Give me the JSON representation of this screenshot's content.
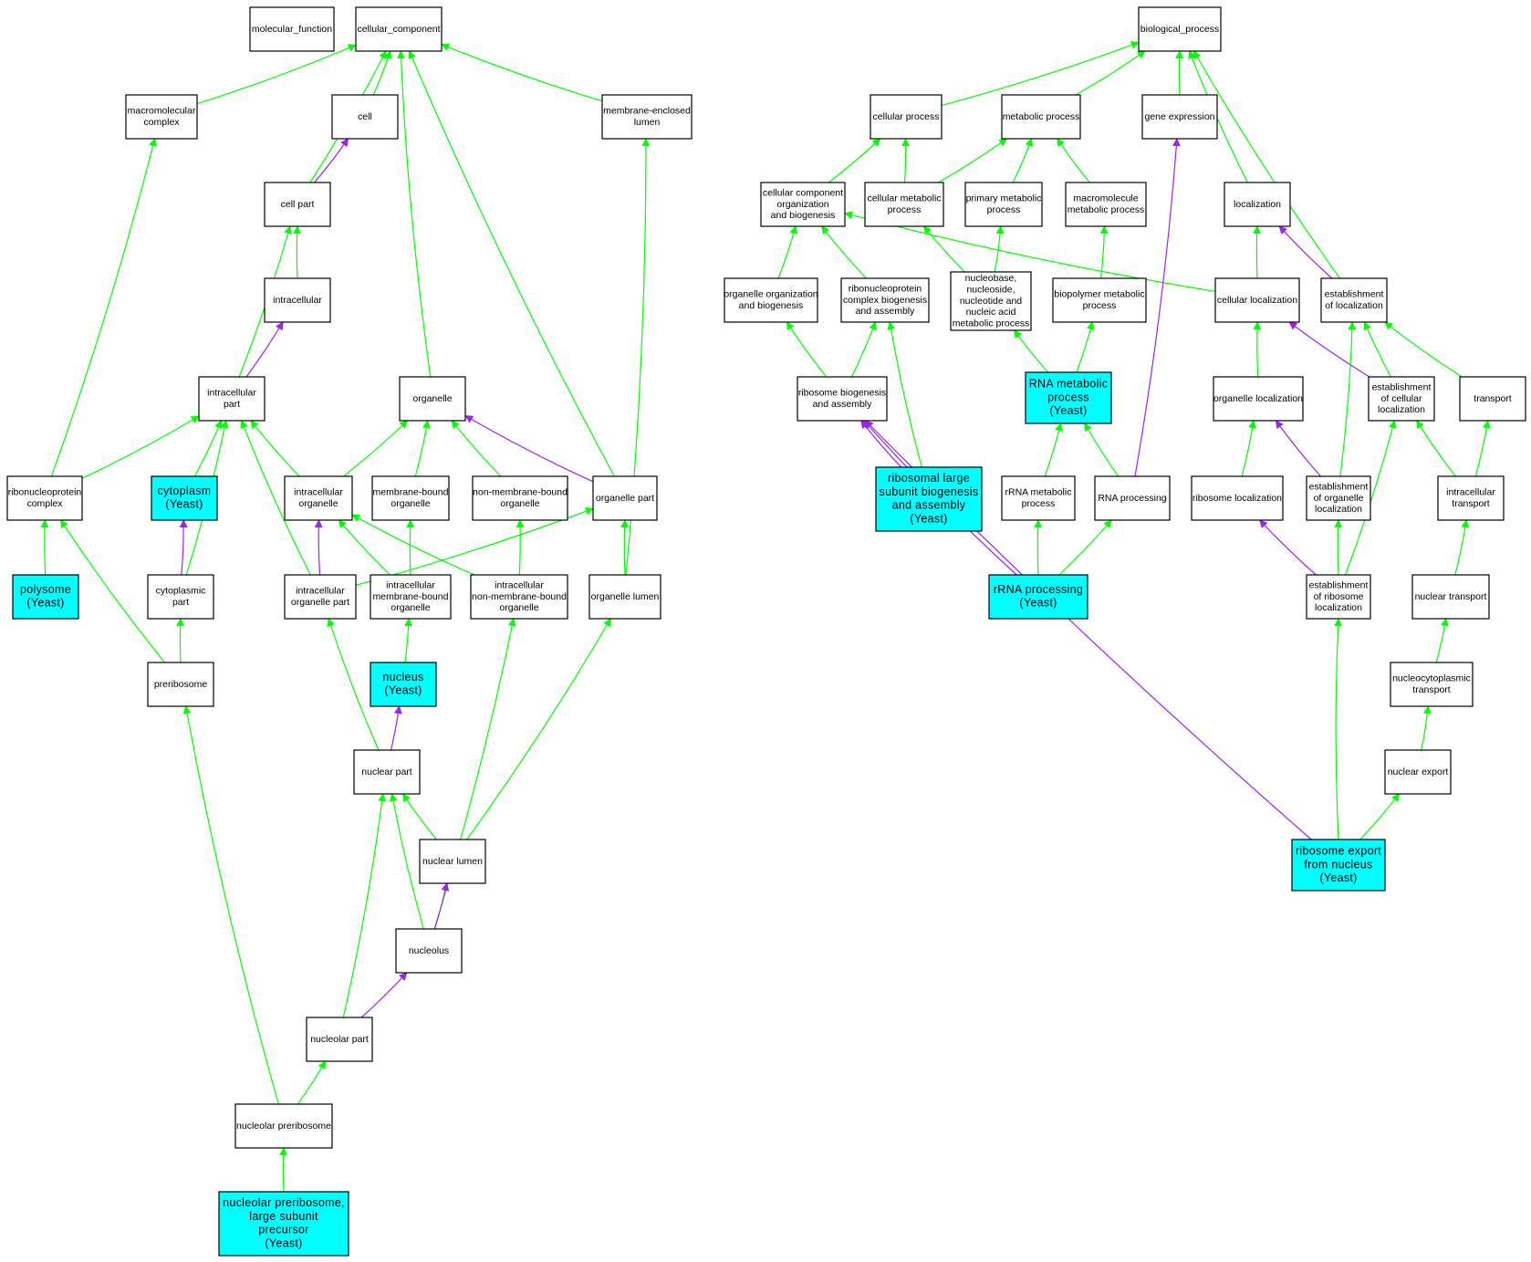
{
  "colors": {
    "is_a": "#00ff00",
    "part_of": "#a020f0",
    "plain_node": "#ffffff",
    "yeast_node": "#00ffff",
    "border": "#000000"
  },
  "nodes": [
    {
      "id": "molecular_function",
      "lines": [
        "molecular_function"
      ],
      "yeast": false
    },
    {
      "id": "cellular_component",
      "lines": [
        "cellular_component"
      ],
      "yeast": false
    },
    {
      "id": "macromolecular_complex",
      "lines": [
        "macromolecular",
        "complex"
      ],
      "yeast": false
    },
    {
      "id": "cell",
      "lines": [
        "cell"
      ],
      "yeast": false
    },
    {
      "id": "membrane_enclosed_lumen",
      "lines": [
        "membrane-enclosed",
        "lumen"
      ],
      "yeast": false
    },
    {
      "id": "cell_part",
      "lines": [
        "cell part"
      ],
      "yeast": false
    },
    {
      "id": "intracellular",
      "lines": [
        "intracellular"
      ],
      "yeast": false
    },
    {
      "id": "intracellular_part",
      "lines": [
        "intracellular",
        "part"
      ],
      "yeast": false
    },
    {
      "id": "organelle",
      "lines": [
        "organelle"
      ],
      "yeast": false
    },
    {
      "id": "ribonucleoprotein_complex",
      "lines": [
        "ribonucleoprotein",
        "complex"
      ],
      "yeast": false
    },
    {
      "id": "cytoplasm",
      "lines": [
        "cytoplasm",
        "(Yeast)"
      ],
      "yeast": true
    },
    {
      "id": "intracellular_organelle",
      "lines": [
        "intracellular",
        "organelle"
      ],
      "yeast": false
    },
    {
      "id": "membrane_bound_organelle",
      "lines": [
        "membrane-bound",
        "organelle"
      ],
      "yeast": false
    },
    {
      "id": "non_membrane_bound_organelle",
      "lines": [
        "non-membrane-bound",
        "organelle"
      ],
      "yeast": false
    },
    {
      "id": "organelle_part",
      "lines": [
        "organelle part"
      ],
      "yeast": false
    },
    {
      "id": "polysome",
      "lines": [
        "polysome",
        "(Yeast)"
      ],
      "yeast": true
    },
    {
      "id": "cytoplasmic_part",
      "lines": [
        "cytoplasmic",
        "part"
      ],
      "yeast": false
    },
    {
      "id": "intracellular_organelle_part",
      "lines": [
        "intracellular",
        "organelle part"
      ],
      "yeast": false
    },
    {
      "id": "intracellular_membrane_bound_organelle",
      "lines": [
        "intracellular",
        "membrane-bound",
        "organelle"
      ],
      "yeast": false
    },
    {
      "id": "intracellular_non_membrane_bound_organelle",
      "lines": [
        "intracellular",
        "non-membrane-bound",
        "organelle"
      ],
      "yeast": false
    },
    {
      "id": "organelle_lumen",
      "lines": [
        "organelle lumen"
      ],
      "yeast": false
    },
    {
      "id": "preribosome",
      "lines": [
        "preribosome"
      ],
      "yeast": false
    },
    {
      "id": "nucleus",
      "lines": [
        "nucleus",
        "(Yeast)"
      ],
      "yeast": true
    },
    {
      "id": "nuclear_part",
      "lines": [
        "nuclear part"
      ],
      "yeast": false
    },
    {
      "id": "nuclear_lumen",
      "lines": [
        "nuclear lumen"
      ],
      "yeast": false
    },
    {
      "id": "nucleolus",
      "lines": [
        "nucleolus"
      ],
      "yeast": false
    },
    {
      "id": "nucleolar_part",
      "lines": [
        "nucleolar part"
      ],
      "yeast": false
    },
    {
      "id": "nucleolar_preribosome",
      "lines": [
        "nucleolar preribosome"
      ],
      "yeast": false
    },
    {
      "id": "nucleolar_preribosome_lsu",
      "lines": [
        "nucleolar preribosome,",
        "large subunit",
        "precursor",
        "(Yeast)"
      ],
      "yeast": true
    },
    {
      "id": "biological_process",
      "lines": [
        "biological_process"
      ],
      "yeast": false
    },
    {
      "id": "cellular_process",
      "lines": [
        "cellular process"
      ],
      "yeast": false
    },
    {
      "id": "metabolic_process",
      "lines": [
        "metabolic process"
      ],
      "yeast": false
    },
    {
      "id": "gene_expression",
      "lines": [
        "gene expression"
      ],
      "yeast": false
    },
    {
      "id": "cc_org_biogenesis",
      "lines": [
        "cellular component",
        "organization",
        "and biogenesis"
      ],
      "yeast": false
    },
    {
      "id": "cellular_metabolic_process",
      "lines": [
        "cellular metabolic",
        "process"
      ],
      "yeast": false
    },
    {
      "id": "primary_metabolic_process",
      "lines": [
        "primary metabolic",
        "process"
      ],
      "yeast": false
    },
    {
      "id": "macromolecule_metabolic_process",
      "lines": [
        "macromolecule",
        "metabolic process"
      ],
      "yeast": false
    },
    {
      "id": "localization",
      "lines": [
        "localization"
      ],
      "yeast": false
    },
    {
      "id": "organelle_org_biogenesis",
      "lines": [
        "organelle organization",
        "and biogenesis"
      ],
      "yeast": false
    },
    {
      "id": "rnp_complex_biogenesis",
      "lines": [
        "ribonucleoprotein",
        "complex biogenesis",
        "and assembly"
      ],
      "yeast": false
    },
    {
      "id": "nucleobase_metabolic_process",
      "lines": [
        "nucleobase,",
        "nucleoside,",
        "nucleotide and",
        "nucleic acid",
        "metabolic process"
      ],
      "yeast": false
    },
    {
      "id": "biopolymer_metabolic_process",
      "lines": [
        "biopolymer metabolic",
        "process"
      ],
      "yeast": false
    },
    {
      "id": "cellular_localization",
      "lines": [
        "cellular localization"
      ],
      "yeast": false
    },
    {
      "id": "establishment_of_localization",
      "lines": [
        "establishment",
        "of localization"
      ],
      "yeast": false
    },
    {
      "id": "ribosome_biogenesis",
      "lines": [
        "ribosome biogenesis",
        "and assembly"
      ],
      "yeast": false
    },
    {
      "id": "rna_metabolic_process",
      "lines": [
        "RNA metabolic",
        "process",
        "(Yeast)"
      ],
      "yeast": true
    },
    {
      "id": "organelle_localization",
      "lines": [
        "organelle localization"
      ],
      "yeast": false
    },
    {
      "id": "establishment_of_cellular_localization",
      "lines": [
        "establishment",
        "of cellular",
        "localization"
      ],
      "yeast": false
    },
    {
      "id": "transport",
      "lines": [
        "transport"
      ],
      "yeast": false
    },
    {
      "id": "rlsu_biogenesis",
      "lines": [
        "ribosomal large",
        "subunit biogenesis",
        "and assembly",
        "(Yeast)"
      ],
      "yeast": true
    },
    {
      "id": "rrna_metabolic_process",
      "lines": [
        "rRNA metabolic",
        "process"
      ],
      "yeast": false
    },
    {
      "id": "rna_processing",
      "lines": [
        "RNA processing"
      ],
      "yeast": false
    },
    {
      "id": "ribosome_localization",
      "lines": [
        "ribosome localization"
      ],
      "yeast": false
    },
    {
      "id": "establishment_of_organelle_localization",
      "lines": [
        "establishment",
        "of organelle",
        "localization"
      ],
      "yeast": false
    },
    {
      "id": "intracellular_transport",
      "lines": [
        "intracellular",
        "transport"
      ],
      "yeast": false
    },
    {
      "id": "rrna_processing",
      "lines": [
        "rRNA processing",
        "(Yeast)"
      ],
      "yeast": true
    },
    {
      "id": "establishment_of_ribosome_localization",
      "lines": [
        "establishment",
        "of ribosome",
        "localization"
      ],
      "yeast": false
    },
    {
      "id": "nuclear_transport",
      "lines": [
        "nuclear transport"
      ],
      "yeast": false
    },
    {
      "id": "nucleocytoplasmic_transport",
      "lines": [
        "nucleocytoplasmic",
        "transport"
      ],
      "yeast": false
    },
    {
      "id": "nuclear_export",
      "lines": [
        "nuclear export"
      ],
      "yeast": false
    },
    {
      "id": "ribosome_export",
      "lines": [
        "ribosome export",
        "from nucleus",
        "(Yeast)"
      ],
      "yeast": true
    }
  ],
  "edges": [
    {
      "from": "macromolecular_complex",
      "to": "cellular_component",
      "type": "is_a"
    },
    {
      "from": "membrane_enclosed_lumen",
      "to": "cellular_component",
      "type": "is_a"
    },
    {
      "from": "cell",
      "to": "cellular_component",
      "type": "is_a"
    },
    {
      "from": "cell_part",
      "to": "cellular_component",
      "type": "is_a"
    },
    {
      "from": "cell_part",
      "to": "cell",
      "type": "part_of"
    },
    {
      "from": "organelle",
      "to": "cellular_component",
      "type": "is_a"
    },
    {
      "from": "organelle_part",
      "to": "cellular_component",
      "type": "is_a"
    },
    {
      "from": "intracellular",
      "to": "cell_part",
      "type": "is_a"
    },
    {
      "from": "intracellular_part",
      "to": "cell_part",
      "type": "is_a"
    },
    {
      "from": "intracellular_part",
      "to": "intracellular",
      "type": "part_of"
    },
    {
      "from": "ribonucleoprotein_complex",
      "to": "macromolecular_complex",
      "type": "is_a"
    },
    {
      "from": "ribonucleoprotein_complex",
      "to": "intracellular_part",
      "type": "is_a"
    },
    {
      "from": "cytoplasm",
      "to": "intracellular_part",
      "type": "is_a"
    },
    {
      "from": "cytoplasmic_part",
      "to": "intracellular_part",
      "type": "is_a"
    },
    {
      "from": "cytoplasmic_part",
      "to": "cytoplasm",
      "type": "part_of"
    },
    {
      "from": "intracellular_organelle",
      "to": "intracellular_part",
      "type": "is_a"
    },
    {
      "from": "intracellular_organelle",
      "to": "organelle",
      "type": "is_a"
    },
    {
      "from": "intracellular_organelle_part",
      "to": "intracellular_part",
      "type": "is_a"
    },
    {
      "from": "intracellular_organelle_part",
      "to": "organelle_part",
      "type": "is_a"
    },
    {
      "from": "intracellular_organelle_part",
      "to": "intracellular_organelle",
      "type": "part_of"
    },
    {
      "from": "membrane_bound_organelle",
      "to": "organelle",
      "type": "is_a"
    },
    {
      "from": "non_membrane_bound_organelle",
      "to": "organelle",
      "type": "is_a"
    },
    {
      "from": "organelle_part",
      "to": "organelle",
      "type": "part_of"
    },
    {
      "from": "polysome",
      "to": "ribonucleoprotein_complex",
      "type": "is_a"
    },
    {
      "from": "preribosome",
      "to": "ribonucleoprotein_complex",
      "type": "is_a"
    },
    {
      "from": "preribosome",
      "to": "cytoplasmic_part",
      "type": "is_a"
    },
    {
      "from": "intracellular_membrane_bound_organelle",
      "to": "intracellular_organelle",
      "type": "is_a"
    },
    {
      "from": "intracellular_membrane_bound_organelle",
      "to": "membrane_bound_organelle",
      "type": "is_a"
    },
    {
      "from": "intracellular_non_membrane_bound_organelle",
      "to": "intracellular_organelle",
      "type": "is_a"
    },
    {
      "from": "intracellular_non_membrane_bound_organelle",
      "to": "non_membrane_bound_organelle",
      "type": "is_a"
    },
    {
      "from": "organelle_lumen",
      "to": "organelle_part",
      "type": "is_a"
    },
    {
      "from": "organelle_lumen",
      "to": "membrane_enclosed_lumen",
      "type": "is_a"
    },
    {
      "from": "nucleus",
      "to": "intracellular_membrane_bound_organelle",
      "type": "is_a"
    },
    {
      "from": "nuclear_part",
      "to": "intracellular_organelle_part",
      "type": "is_a"
    },
    {
      "from": "nuclear_part",
      "to": "nucleus",
      "type": "part_of"
    },
    {
      "from": "nuclear_lumen",
      "to": "nuclear_part",
      "type": "is_a"
    },
    {
      "from": "nuclear_lumen",
      "to": "organelle_lumen",
      "type": "is_a"
    },
    {
      "from": "nucleolus",
      "to": "nuclear_part",
      "type": "is_a"
    },
    {
      "from": "nucleolus",
      "to": "intracellular_non_membrane_bound_organelle",
      "type": "is_a"
    },
    {
      "from": "nucleolus",
      "to": "nuclear_lumen",
      "type": "part_of"
    },
    {
      "from": "nucleolar_part",
      "to": "nuclear_part",
      "type": "is_a"
    },
    {
      "from": "nucleolar_part",
      "to": "nucleolus",
      "type": "part_of"
    },
    {
      "from": "nucleolar_preribosome",
      "to": "nucleolar_part",
      "type": "is_a"
    },
    {
      "from": "nucleolar_preribosome",
      "to": "preribosome",
      "type": "is_a"
    },
    {
      "from": "nucleolar_preribosome_lsu",
      "to": "nucleolar_preribosome",
      "type": "is_a"
    },
    {
      "from": "cellular_process",
      "to": "biological_process",
      "type": "is_a"
    },
    {
      "from": "metabolic_process",
      "to": "biological_process",
      "type": "is_a"
    },
    {
      "from": "gene_expression",
      "to": "biological_process",
      "type": "is_a"
    },
    {
      "from": "localization",
      "to": "biological_process",
      "type": "is_a"
    },
    {
      "from": "establishment_of_localization",
      "to": "biological_process",
      "type": "is_a"
    },
    {
      "from": "cc_org_biogenesis",
      "to": "cellular_process",
      "type": "is_a"
    },
    {
      "from": "cellular_metabolic_process",
      "to": "cellular_process",
      "type": "is_a"
    },
    {
      "from": "cellular_metabolic_process",
      "to": "metabolic_process",
      "type": "is_a"
    },
    {
      "from": "primary_metabolic_process",
      "to": "metabolic_process",
      "type": "is_a"
    },
    {
      "from": "macromolecule_metabolic_process",
      "to": "metabolic_process",
      "type": "is_a"
    },
    {
      "from": "organelle_org_biogenesis",
      "to": "cc_org_biogenesis",
      "type": "is_a"
    },
    {
      "from": "rnp_complex_biogenesis",
      "to": "cc_org_biogenesis",
      "type": "is_a"
    },
    {
      "from": "cellular_localization",
      "to": "cc_org_biogenesis",
      "type": "is_a"
    },
    {
      "from": "cellular_localization",
      "to": "localization",
      "type": "is_a"
    },
    {
      "from": "nucleobase_metabolic_process",
      "to": "cellular_metabolic_process",
      "type": "is_a"
    },
    {
      "from": "nucleobase_metabolic_process",
      "to": "primary_metabolic_process",
      "type": "is_a"
    },
    {
      "from": "biopolymer_metabolic_process",
      "to": "macromolecule_metabolic_process",
      "type": "is_a"
    },
    {
      "from": "establishment_of_localization",
      "to": "localization",
      "type": "part_of"
    },
    {
      "from": "ribosome_biogenesis",
      "to": "organelle_org_biogenesis",
      "type": "is_a"
    },
    {
      "from": "ribosome_biogenesis",
      "to": "rnp_complex_biogenesis",
      "type": "is_a"
    },
    {
      "from": "rlsu_biogenesis",
      "to": "rnp_complex_biogenesis",
      "type": "is_a"
    },
    {
      "from": "rlsu_biogenesis",
      "to": "ribosome_biogenesis",
      "type": "part_of"
    },
    {
      "from": "rna_metabolic_process",
      "to": "nucleobase_metabolic_process",
      "type": "is_a"
    },
    {
      "from": "rna_metabolic_process",
      "to": "biopolymer_metabolic_process",
      "type": "is_a"
    },
    {
      "from": "rrna_metabolic_process",
      "to": "rna_metabolic_process",
      "type": "is_a"
    },
    {
      "from": "rna_processing",
      "to": "rna_metabolic_process",
      "type": "is_a"
    },
    {
      "from": "rna_processing",
      "to": "gene_expression",
      "type": "part_of"
    },
    {
      "from": "rrna_processing",
      "to": "rrna_metabolic_process",
      "type": "is_a"
    },
    {
      "from": "rrna_processing",
      "to": "rna_processing",
      "type": "is_a"
    },
    {
      "from": "rrna_processing",
      "to": "ribosome_biogenesis",
      "type": "part_of"
    },
    {
      "from": "organelle_localization",
      "to": "cellular_localization",
      "type": "is_a"
    },
    {
      "from": "establishment_of_cellular_localization",
      "to": "cellular_localization",
      "type": "part_of"
    },
    {
      "from": "establishment_of_cellular_localization",
      "to": "establishment_of_localization",
      "type": "is_a"
    },
    {
      "from": "transport",
      "to": "establishment_of_localization",
      "type": "is_a"
    },
    {
      "from": "ribosome_localization",
      "to": "organelle_localization",
      "type": "is_a"
    },
    {
      "from": "establishment_of_organelle_localization",
      "to": "organelle_localization",
      "type": "part_of"
    },
    {
      "from": "establishment_of_organelle_localization",
      "to": "establishment_of_localization",
      "type": "is_a"
    },
    {
      "from": "intracellular_transport",
      "to": "establishment_of_cellular_localization",
      "type": "is_a"
    },
    {
      "from": "intracellular_transport",
      "to": "transport",
      "type": "is_a"
    },
    {
      "from": "establishment_of_ribosome_localization",
      "to": "ribosome_localization",
      "type": "part_of"
    },
    {
      "from": "establishment_of_ribosome_localization",
      "to": "establishment_of_organelle_localization",
      "type": "is_a"
    },
    {
      "from": "establishment_of_ribosome_localization",
      "to": "establishment_of_cellular_localization",
      "type": "is_a"
    },
    {
      "from": "nuclear_transport",
      "to": "intracellular_transport",
      "type": "is_a"
    },
    {
      "from": "nucleocytoplasmic_transport",
      "to": "nuclear_transport",
      "type": "is_a"
    },
    {
      "from": "nuclear_export",
      "to": "nucleocytoplasmic_transport",
      "type": "is_a"
    },
    {
      "from": "ribosome_export",
      "to": "nuclear_export",
      "type": "is_a"
    },
    {
      "from": "ribosome_export",
      "to": "establishment_of_ribosome_localization",
      "type": "is_a"
    },
    {
      "from": "ribosome_export",
      "to": "ribosome_biogenesis",
      "type": "part_of"
    }
  ]
}
